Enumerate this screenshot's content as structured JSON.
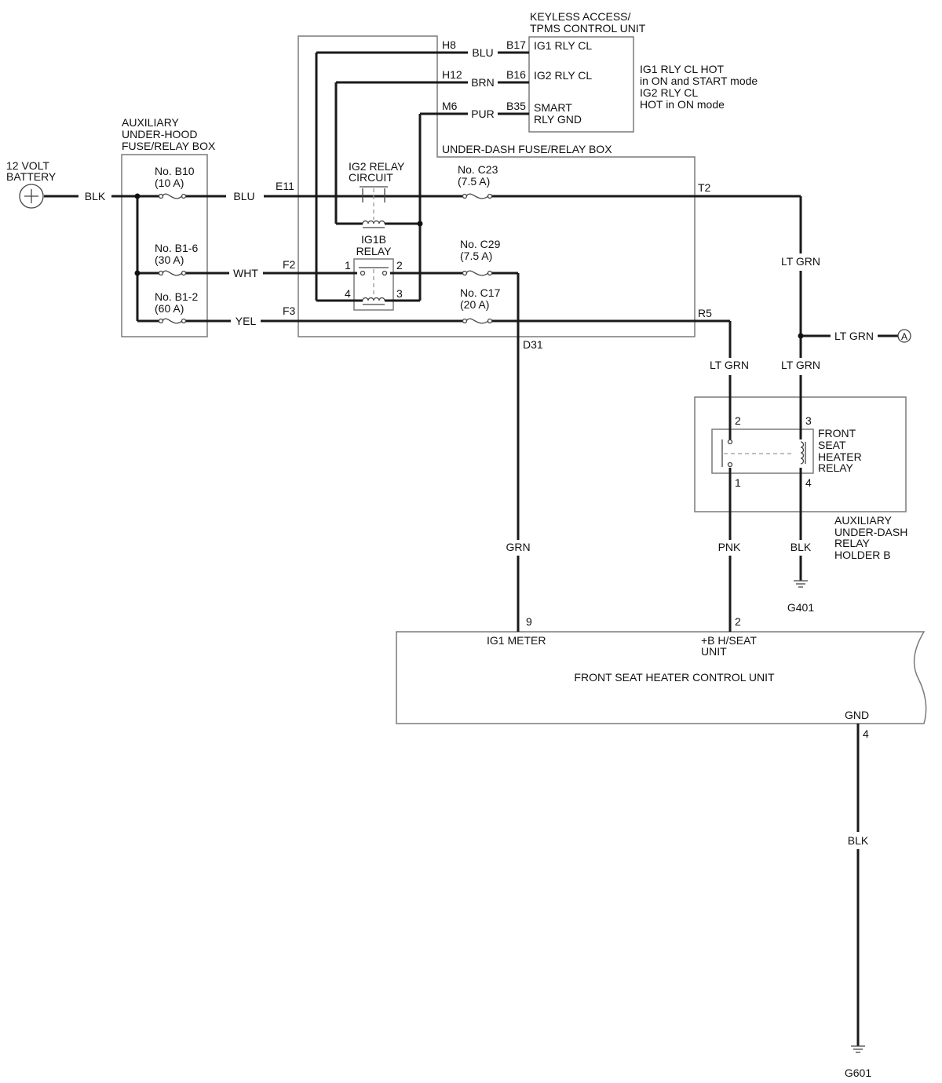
{
  "battery": {
    "l1": "12 VOLT",
    "l2": "BATTERY",
    "wire": "BLK"
  },
  "aux_fuse_box": {
    "l1": "AUXILIARY",
    "l2": "UNDER-HOOD",
    "l3": "FUSE/RELAY BOX"
  },
  "fuse_b10": {
    "no": "No. B10",
    "amp": "(10 A)"
  },
  "fuse_b16": {
    "no": "No. B1-6",
    "amp": "(30 A)"
  },
  "fuse_b12": {
    "no": "No. B1-2",
    "amp": "(60 A)"
  },
  "keyless": {
    "t1": "KEYLESS ACCESS/",
    "t2": "TPMS CONTROL UNIT",
    "p1": "IG1 RLY CL",
    "p2": "IG2 RLY CL",
    "p3a": "SMART",
    "p3b": "RLY GND",
    "n1": "IG1 RLY CL HOT",
    "n2": "in ON and START mode",
    "n3": "IG2 RLY CL",
    "n4": "HOT in ON mode"
  },
  "underdash": {
    "title": "UNDER-DASH FUSE/RELAY BOX"
  },
  "ig2": {
    "l1": "IG2 RELAY",
    "l2": "CIRCUIT"
  },
  "ig1b": {
    "l1": "IG1B",
    "l2": "RELAY",
    "p1": "1",
    "p2": "2",
    "p3": "3",
    "p4": "4"
  },
  "fuse_c23": {
    "no": "No. C23",
    "amp": "(7.5 A)"
  },
  "fuse_c29": {
    "no": "No. C29",
    "amp": "(7.5 A)"
  },
  "fuse_c17": {
    "no": "No. C17",
    "amp": "(20 A)"
  },
  "connectors": {
    "h8": "H8",
    "h12": "H12",
    "m6": "M6",
    "b17": "B17",
    "b16": "B16",
    "b35": "B35",
    "e11": "E11",
    "f2": "F2",
    "f3": "F3",
    "t2": "T2",
    "r5": "R5",
    "d31": "D31"
  },
  "wires": {
    "blu1": "BLU",
    "brn": "BRN",
    "pur": "PUR",
    "blu2": "BLU",
    "wht": "WHT",
    "yel": "YEL",
    "ltgrn_t2": "LT GRN",
    "ltgrn_a": "LT GRN",
    "ltgrn_r5": "LT GRN",
    "ltgrn_3": "LT GRN",
    "grn": "GRN",
    "pnk": "PNK",
    "blk_g401": "BLK",
    "blk_g601": "BLK"
  },
  "connector_a": "A",
  "seat_relay": {
    "l1": "FRONT",
    "l2": "SEAT",
    "l3": "HEATER",
    "l4": "RELAY",
    "p1": "1",
    "p2": "2",
    "p3": "3",
    "p4": "4"
  },
  "holder": {
    "l1": "AUXILIARY",
    "l2": "UNDER-DASH",
    "l3": "RELAY",
    "l4": "HOLDER B"
  },
  "grounds": {
    "g401": "G401",
    "g601": "G601"
  },
  "control_unit": {
    "title": "FRONT SEAT HEATER CONTROL UNIT",
    "pin9": "9",
    "pin9_label": "IG1 METER",
    "pin2": "2",
    "pin2_l1": "+B H/SEAT",
    "pin2_l2": "UNIT",
    "gnd": "GND",
    "pin4": "4"
  }
}
